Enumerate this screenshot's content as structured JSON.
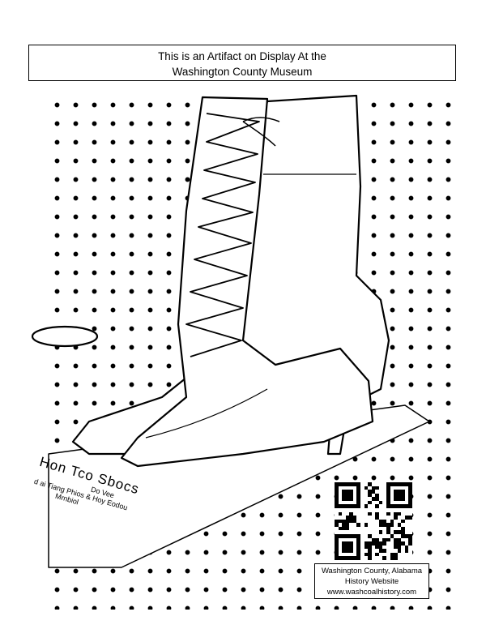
{
  "header": {
    "line1": "This is an Artifact on Display At the",
    "line2": "Washington County Museum"
  },
  "artifact_sign": {
    "title": "Hon Tco Sbocs",
    "line1": "Do Vee",
    "line2": "d ai Tiang Phios & Hoy Eodou",
    "line3": "Mrnbiol"
  },
  "footer": {
    "line1": "Washington County, Alabama",
    "line2": "History Website",
    "line3": "www.washcoalhistory.com"
  },
  "qr_code": {
    "icon": "qr-code-icon"
  }
}
